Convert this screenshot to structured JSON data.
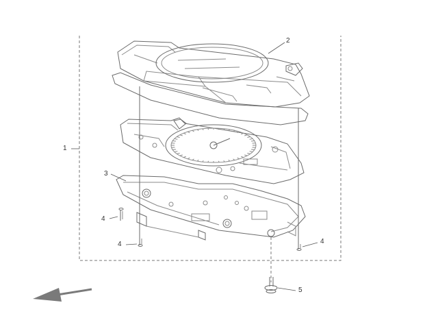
{
  "callouts": {
    "c1": "1",
    "c2": "2",
    "c3": "3",
    "c4a": "4",
    "c4b": "4",
    "c4c": "4",
    "c5": "5"
  },
  "colors": {
    "line": "#6a6a6a",
    "arrow": "#7a7a7a",
    "background": "#ffffff"
  }
}
